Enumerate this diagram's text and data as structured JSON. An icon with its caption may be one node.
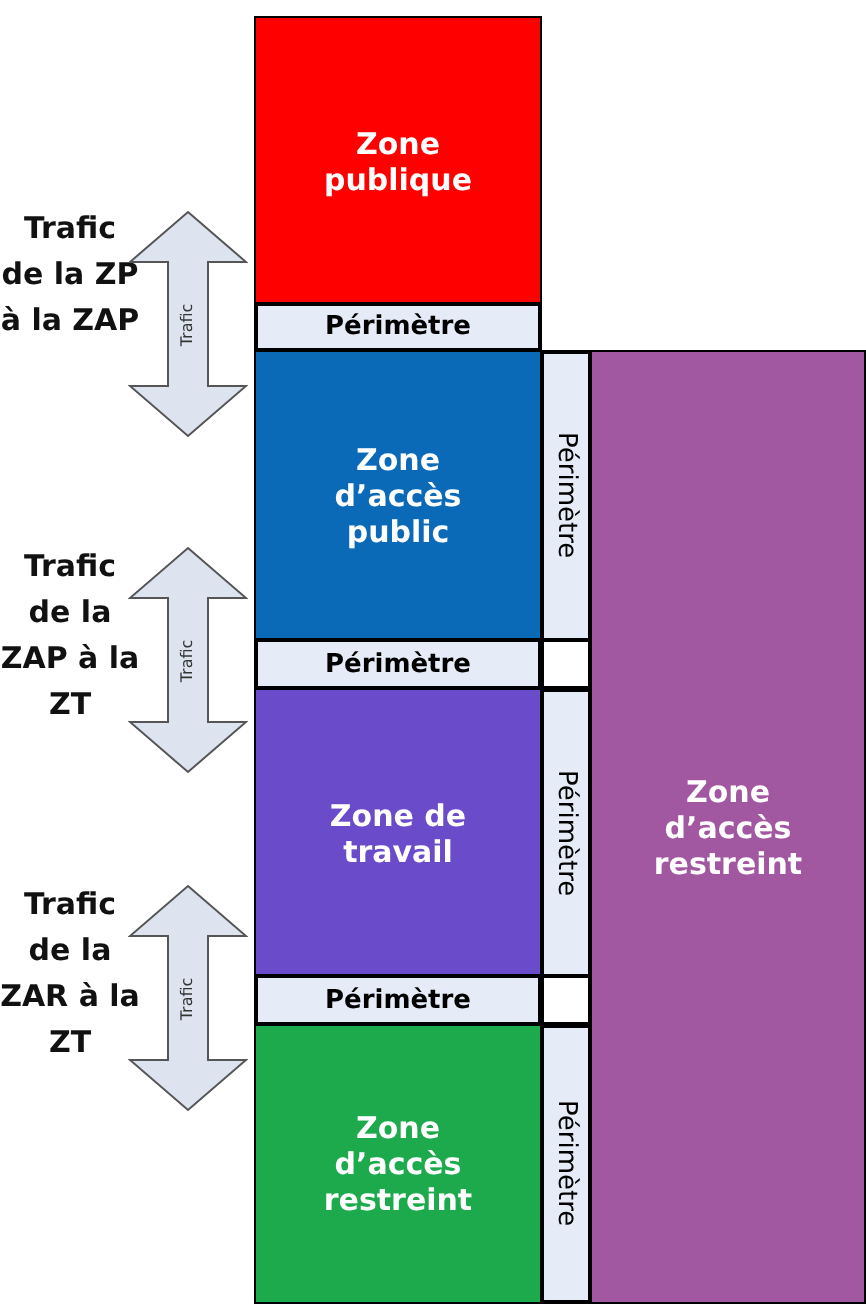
{
  "diagram": {
    "nodes": [
      {
        "text": [
          "Zone publique"
        ]
      },
      {
        "text": [
          "Périmètre"
        ]
      },
      {
        "text": [
          "Zone d’accès public"
        ]
      },
      {
        "text": [
          "Périmètre"
        ]
      },
      {
        "text": [
          "Zone d’accès restreint"
        ]
      },
      {
        "text": [
          "Périmètre"
        ]
      },
      {
        "text": [],
        "shape": "box"
      },
      {
        "text": [
          "Zone de travail"
        ]
      },
      {
        "text": [
          "Périmètre"
        ]
      },
      {
        "text": [
          "Périmètre"
        ]
      },
      {
        "text": [],
        "shape": "box"
      },
      {
        "text": [
          "Zone d’accès restreint"
        ]
      },
      {
        "text": [
          "Périmètre"
        ]
      },
      {
        "text": [
          "Trafic"
        ],
        "beside": [
          "Trafic de la ZP à la ZAP"
        ]
      },
      {
        "text": [
          "Trafic"
        ],
        "beside": [
          "Trafic de la ZAP à la ZT"
        ]
      },
      {
        "text": [
          "Trafic"
        ],
        "beside": [
          "Trafic de la ZAR à la ZT"
        ]
      }
    ],
    "edges": []
  }
}
